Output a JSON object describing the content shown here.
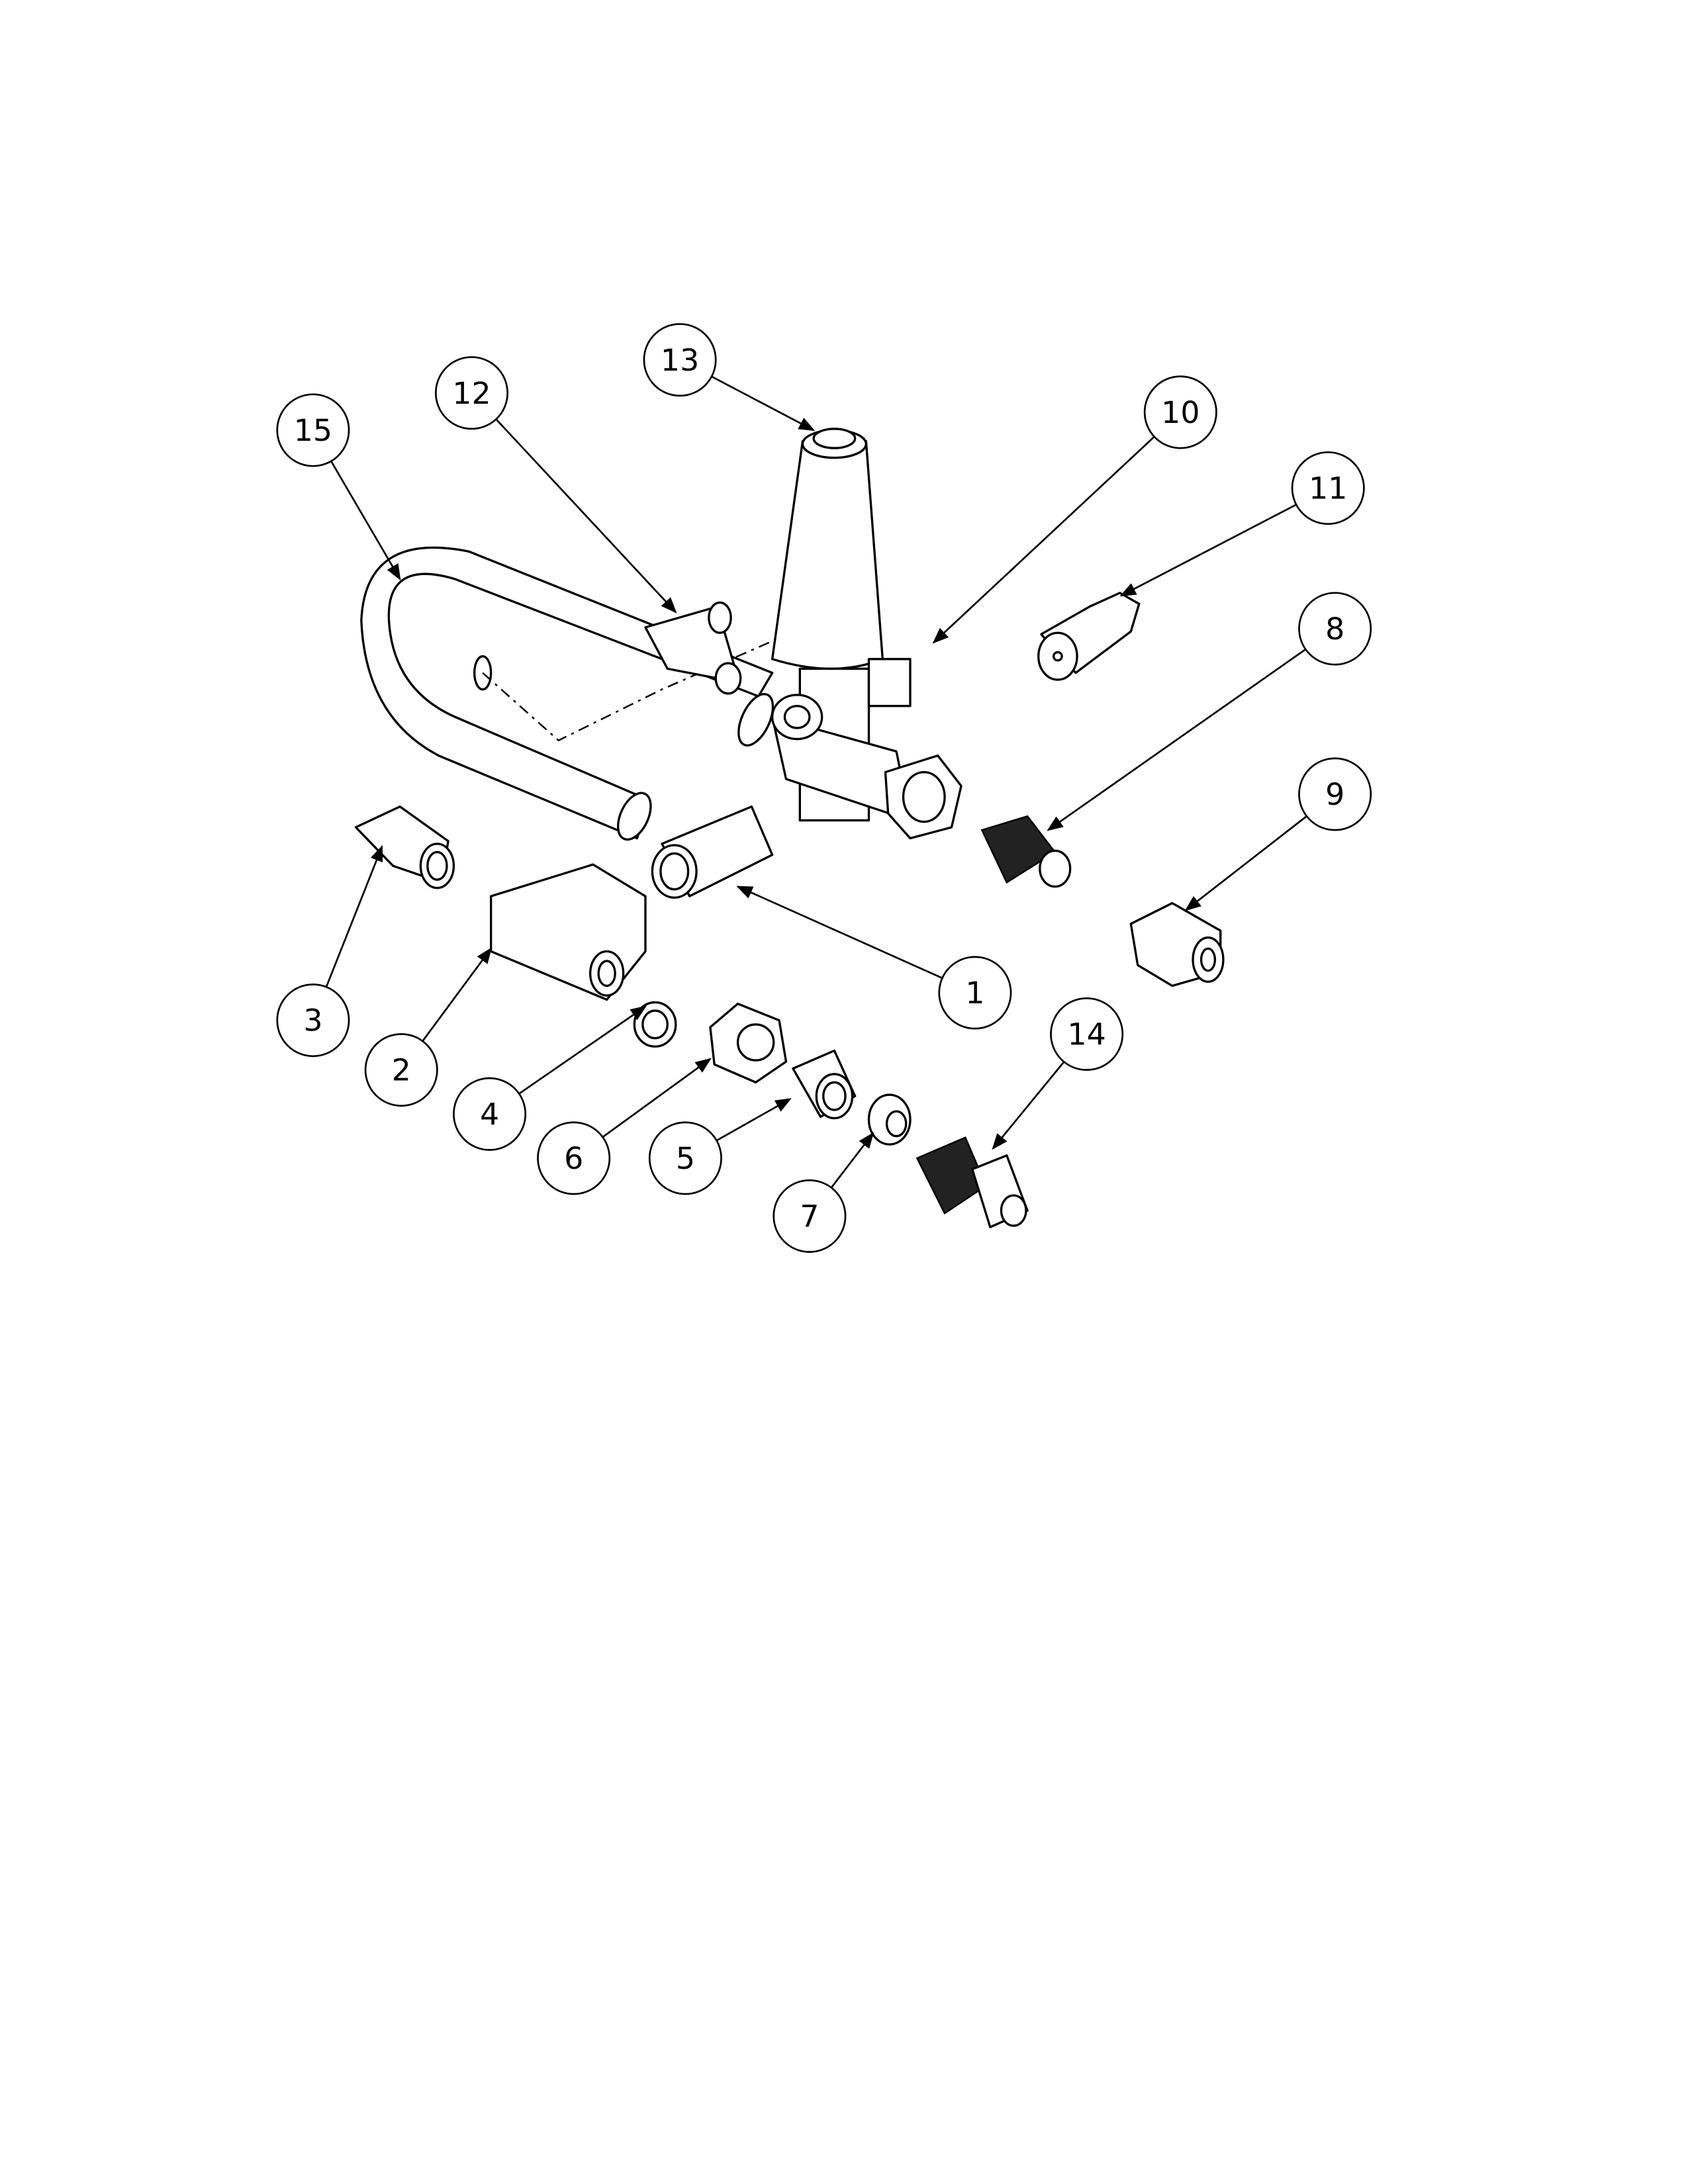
{
  "diagram": {
    "type": "exploded parts assembly",
    "balloons": [
      "1",
      "2",
      "3",
      "4",
      "5",
      "6",
      "7",
      "8",
      "9",
      "10",
      "11",
      "12",
      "13",
      "14",
      "15"
    ]
  }
}
